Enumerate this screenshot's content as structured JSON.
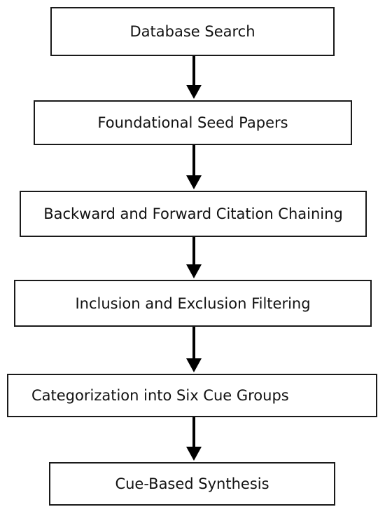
{
  "flowchart": {
    "steps": [
      {
        "label": "Database Search"
      },
      {
        "label": "Foundational Seed Papers"
      },
      {
        "label": "Backward and Forward Citation Chaining"
      },
      {
        "label": "Inclusion and Exclusion Filtering"
      },
      {
        "label": "Categorization into Six Cue Groups"
      },
      {
        "label": "Cue-Based Synthesis"
      }
    ],
    "colors": {
      "border": "#1a1a1a",
      "arrow": "#000000",
      "text": "#111111",
      "background": "#ffffff"
    }
  }
}
